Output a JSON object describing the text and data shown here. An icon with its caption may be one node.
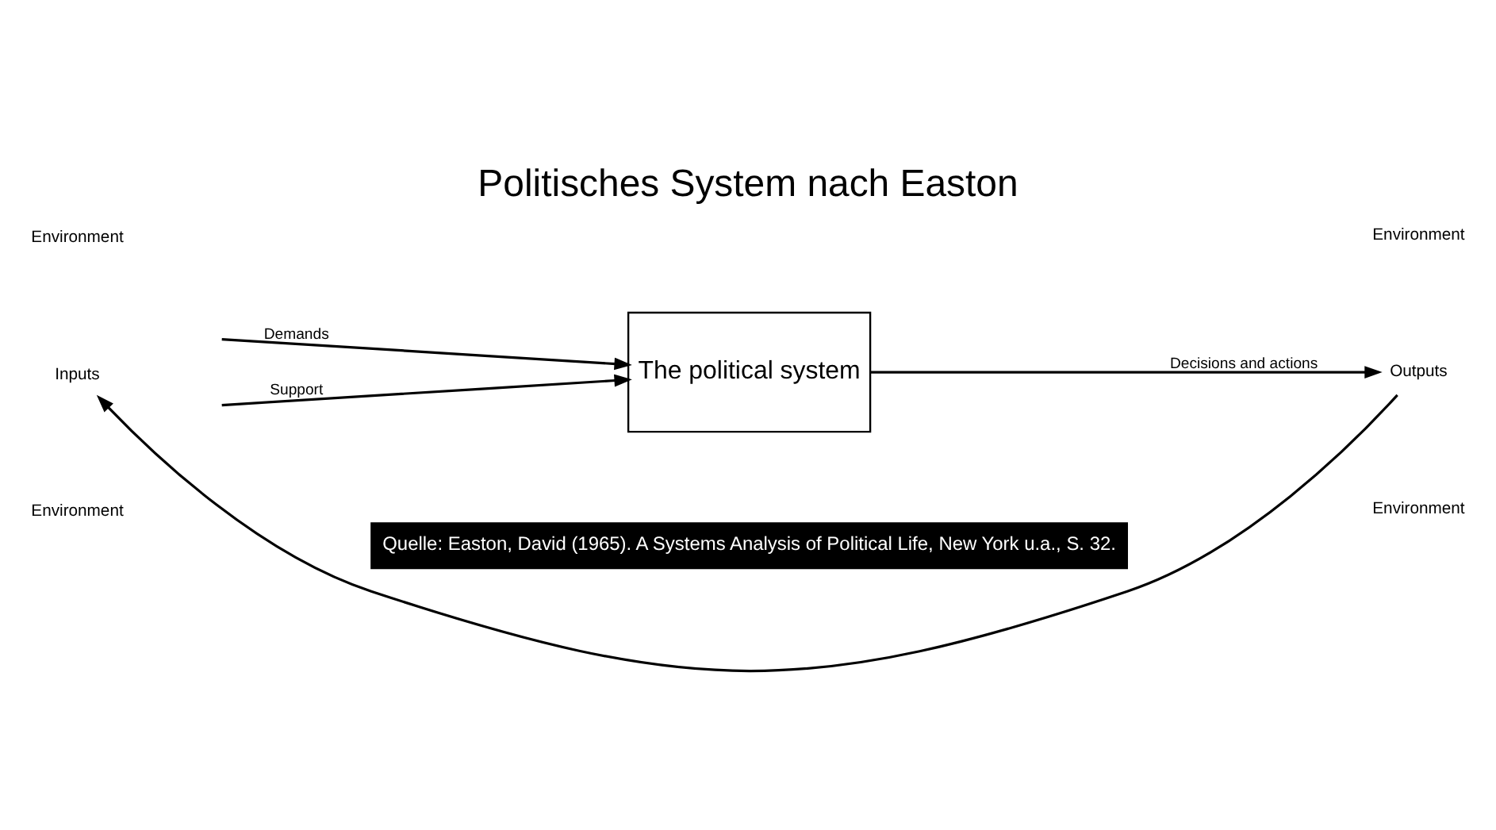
{
  "diagram": {
    "title": "Politisches System nach Easton",
    "caption": "Quelle: Easton, David (1965). A Systems Analysis of Political Life, New York u.a., S. 32.",
    "nodes": [
      {
        "text": [
          "Inputs"
        ]
      },
      {
        "text": [
          "The political system"
        ]
      },
      {
        "text": [
          "Outputs"
        ]
      }
    ],
    "edges": [
      {
        "from": null,
        "to": 1,
        "arrow": "to",
        "label": "Demands"
      },
      {
        "from": null,
        "to": 1,
        "arrow": "to",
        "label": "Support"
      },
      {
        "from": 1,
        "to": 2,
        "arrow": "to",
        "label": "Decisions and actions"
      },
      {
        "from": 2,
        "to": 0,
        "arrow": "to"
      }
    ],
    "labels": [
      "Environment",
      "Environment",
      "Environment",
      "Environment"
    ]
  }
}
